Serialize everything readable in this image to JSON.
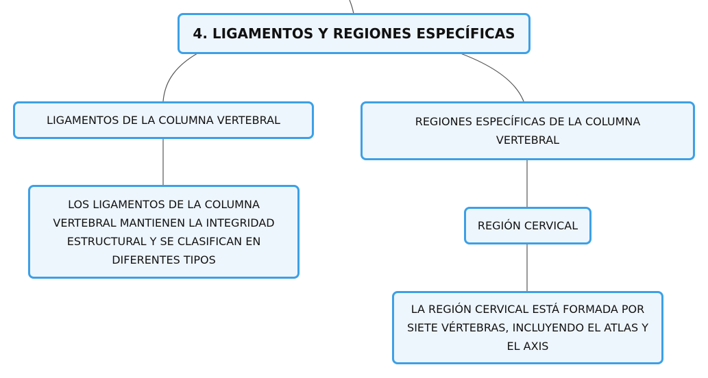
{
  "colors": {
    "node_border": "#3ca0e6",
    "node_fill": "#eef6fd",
    "connector": "#555555",
    "text": "#111111"
  },
  "nodes": {
    "root": "4. LIGAMENTOS Y REGIONES ESPECÍFICAS",
    "ligamentos": "LIGAMENTOS DE LA COLUMNA VERTEBRAL",
    "ligamentos_desc": "LOS LIGAMENTOS DE LA COLUMNA VERTEBRAL MANTIENEN LA INTEGRIDAD ESTRUCTURAL Y SE CLASIFICAN EN DIFERENTES TIPOS",
    "regiones": "REGIONES ESPECÍFICAS DE LA COLUMNA VERTEBRAL",
    "cervical": "REGIÓN CERVICAL",
    "cervical_desc": "LA REGIÓN CERVICAL ESTÁ FORMADA POR SIETE VÉRTEBRAS, INCLUYENDO EL ATLAS Y EL AXIS"
  }
}
